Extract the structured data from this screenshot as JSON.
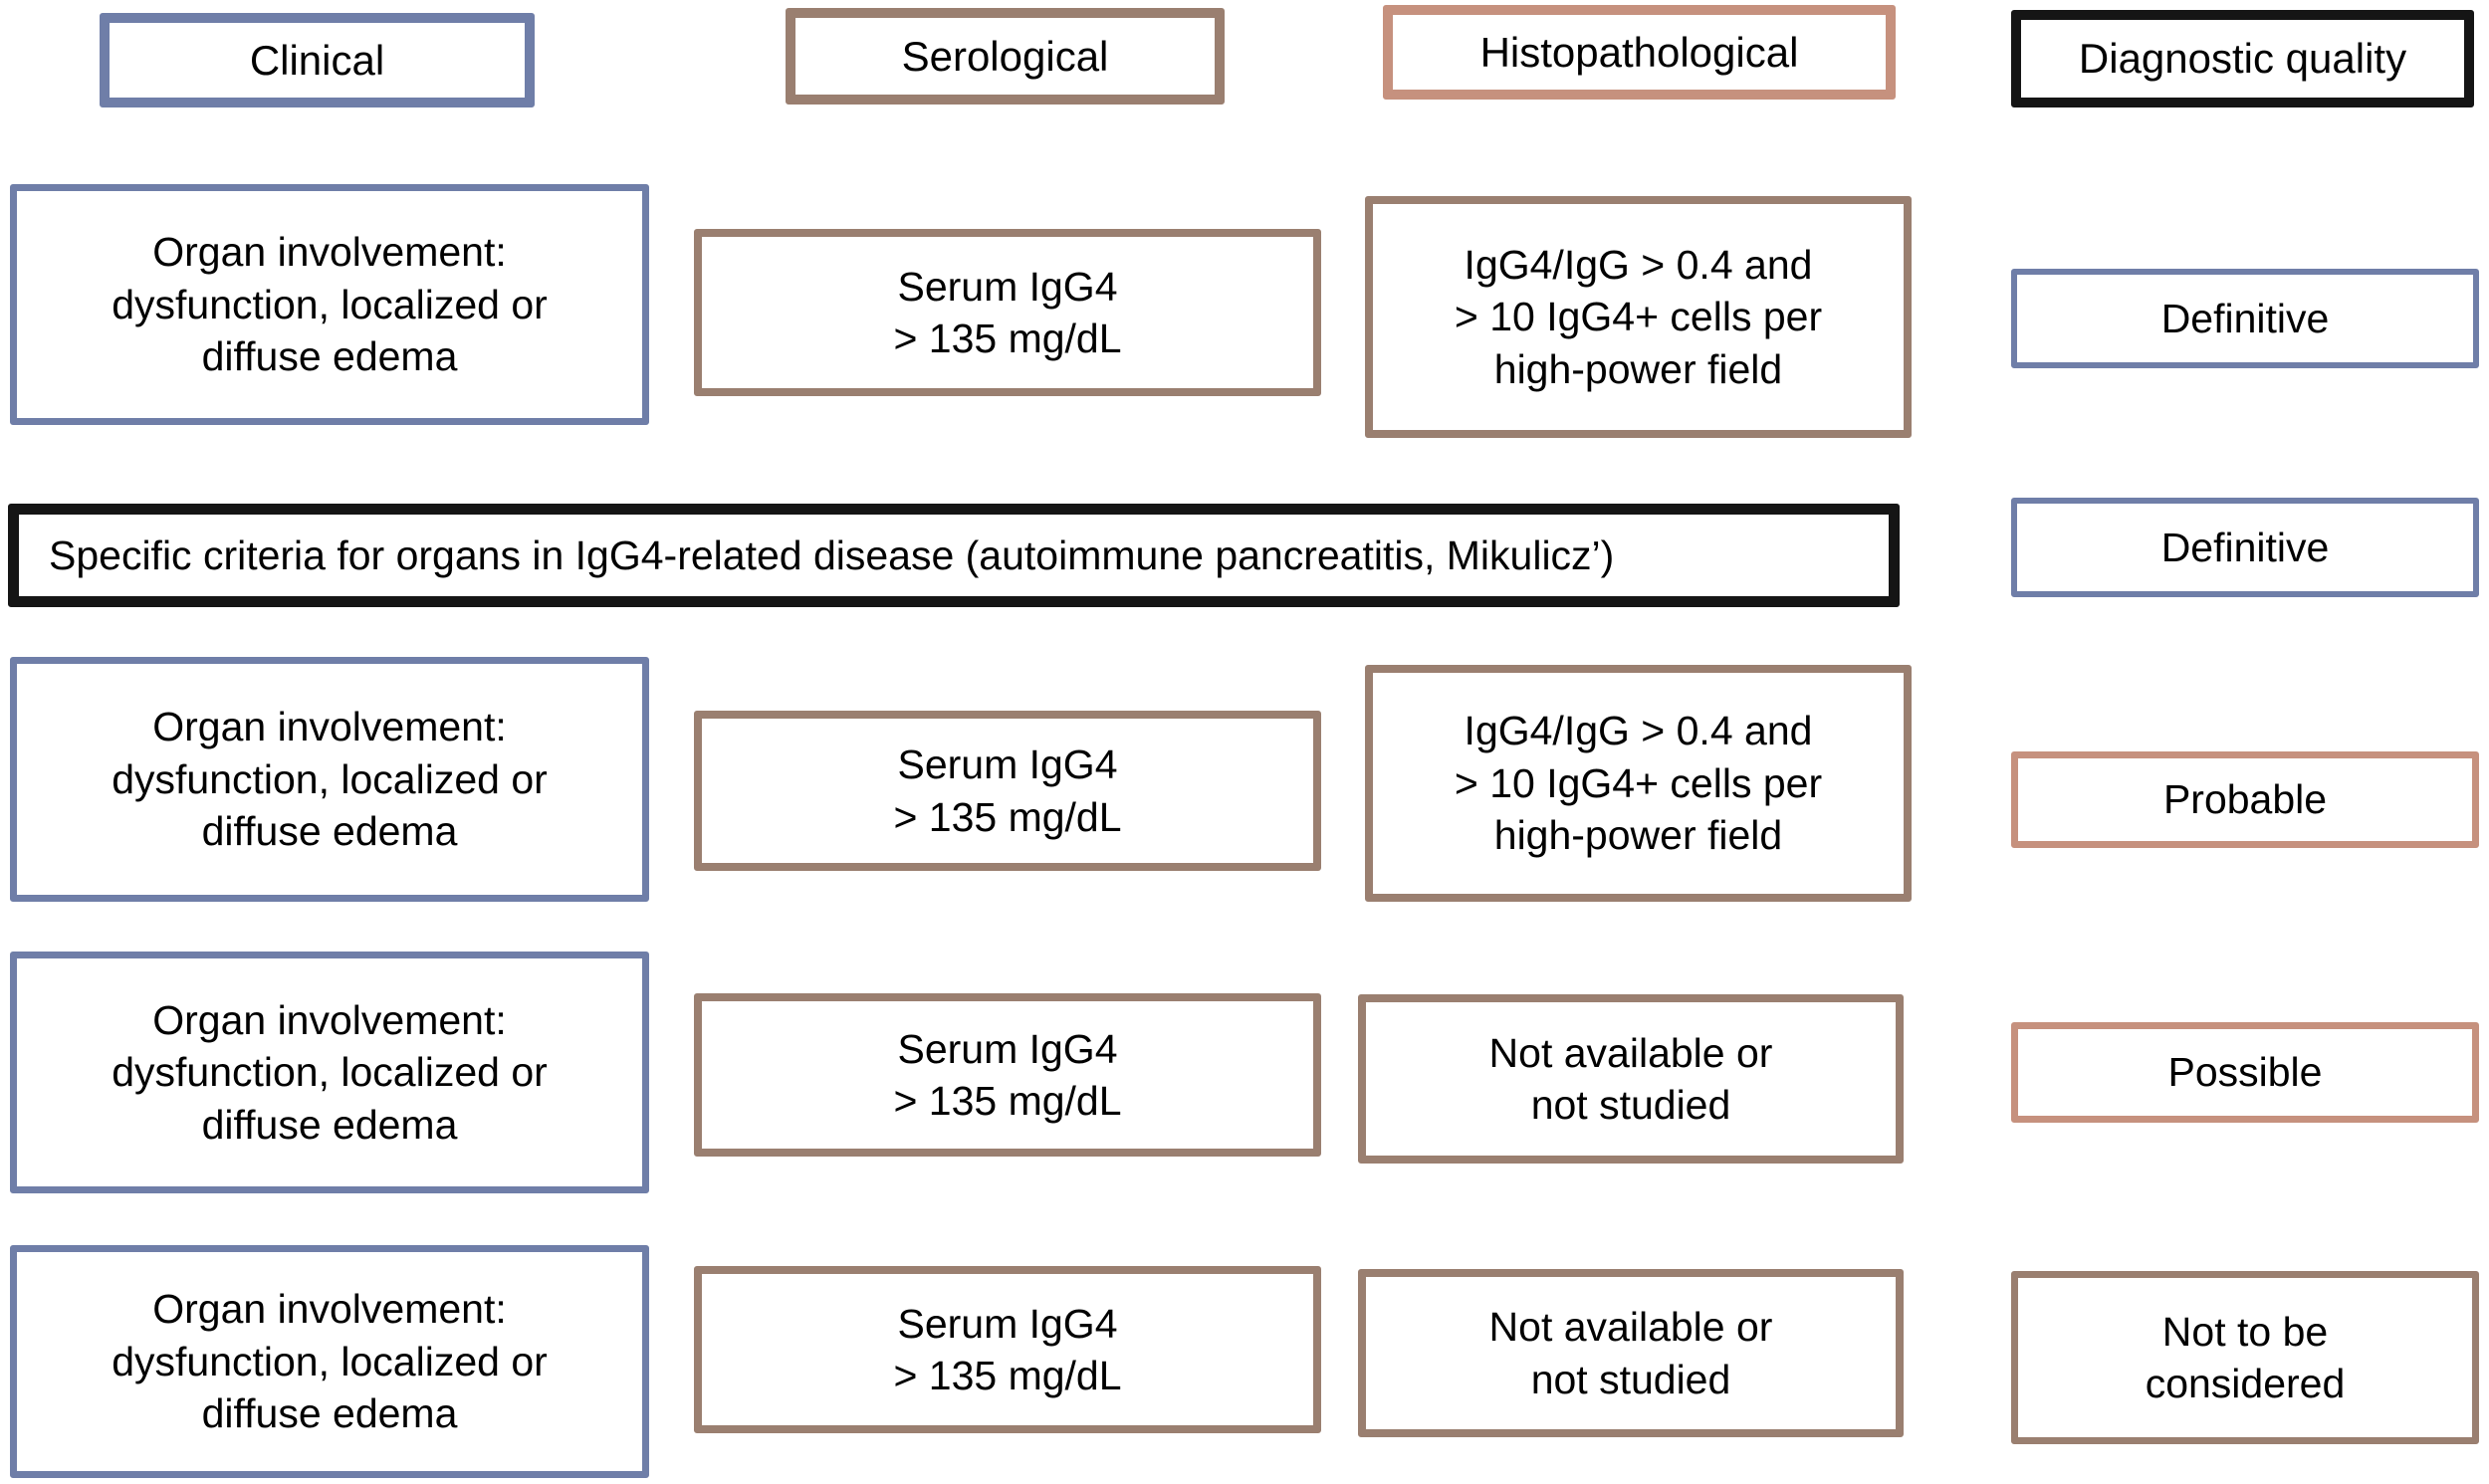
{
  "palette": {
    "blue": "#6f7ea8",
    "brown": "#9a7f70",
    "salmon": "#c6917e",
    "black": "#151515",
    "text": "#000000",
    "background": "#ffffff"
  },
  "headers": [
    {
      "label": "Clinical",
      "color": "blue"
    },
    {
      "label": "Serological",
      "color": "brown"
    },
    {
      "label": "Histopathological",
      "color": "salmon"
    },
    {
      "label": "Diagnostic quality",
      "color": "black"
    }
  ],
  "spanner_row": {
    "criteria": "Specific criteria for organs in IgG4-related disease (autoimmune pancreatitis, Mikulicz’)",
    "quality": "Definitive",
    "quality_color": "blue"
  },
  "rows": [
    {
      "clinical": "Organ involvement:\ndysfunction, localized or\ndiffuse edema",
      "serological": "Serum IgG4\n> 135 mg/dL",
      "histopathological": "IgG4/IgG > 0.4 and\n> 10 IgG4+ cells per\nhigh-power field",
      "quality": "Definitive",
      "quality_color": "blue"
    },
    {
      "clinical": "Organ involvement:\ndysfunction, localized or\ndiffuse edema",
      "serological": "Serum IgG4\n> 135 mg/dL",
      "histopathological": "IgG4/IgG > 0.4 and\n> 10 IgG4+ cells per\nhigh-power field",
      "quality": "Probable",
      "quality_color": "salmon"
    },
    {
      "clinical": "Organ involvement:\ndysfunction, localized or\ndiffuse edema",
      "serological": "Serum IgG4\n> 135 mg/dL",
      "histopathological": "Not available or\nnot studied",
      "quality": "Possible",
      "quality_color": "salmon"
    },
    {
      "clinical": "Organ involvement:\ndysfunction, localized or\ndiffuse edema",
      "serological": "Serum IgG4\n> 135 mg/dL",
      "histopathological": "Not available or\nnot studied",
      "quality": "Not to be\nconsidered",
      "quality_color": "brown"
    }
  ]
}
